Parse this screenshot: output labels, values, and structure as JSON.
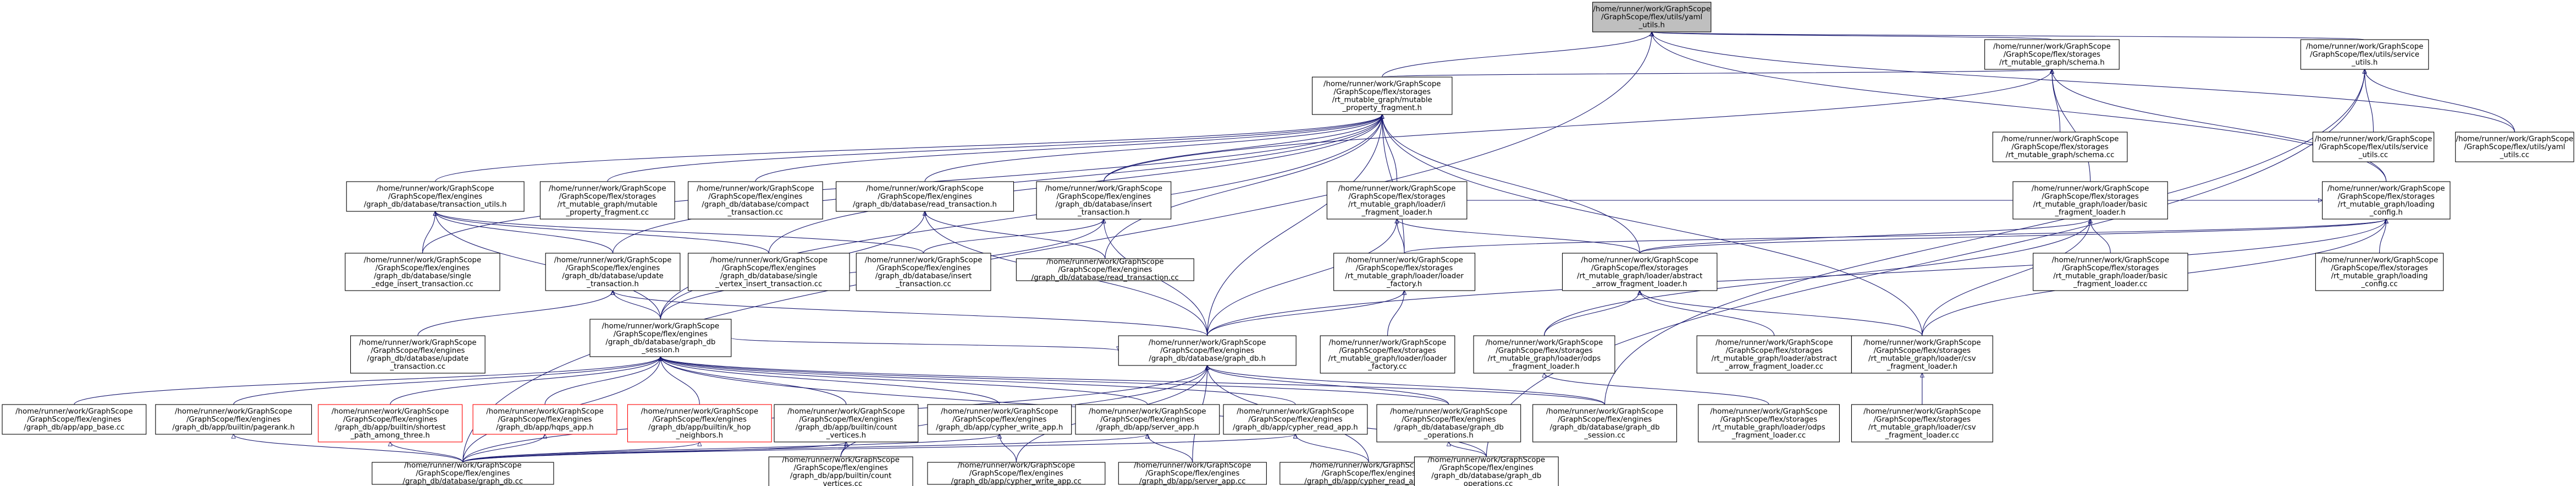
{
  "diagram": {
    "type": "include-dependency-graph",
    "nodes": [
      {
        "id": "yaml_utils",
        "lines": [
          "/home/runner/work/GraphScope",
          "/GraphScope/flex/utils/yaml",
          "_utils.h"
        ],
        "root": true
      },
      {
        "id": "schema_h",
        "lines": [
          "/home/runner/work/GraphScope",
          "/GraphScope/flex/storages",
          "/rt_mutable_graph/schema.h"
        ]
      },
      {
        "id": "service_utils_h",
        "lines": [
          "/home/runner/work/GraphScope",
          "/GraphScope/flex/utils/service",
          "_utils.h"
        ]
      },
      {
        "id": "mpf_h",
        "lines": [
          "/home/runner/work/GraphScope",
          "/GraphScope/flex/storages",
          "/rt_mutable_graph/mutable",
          "_property_fragment.h"
        ]
      },
      {
        "id": "schema_cc",
        "lines": [
          "/home/runner/work/GraphScope",
          "/GraphScope/flex/storages",
          "/rt_mutable_graph/schema.cc"
        ]
      },
      {
        "id": "service_utils_cc",
        "lines": [
          "/home/runner/work/GraphScope",
          "/GraphScope/flex/utils/service",
          "_utils.cc"
        ]
      },
      {
        "id": "yaml_utils_cc",
        "lines": [
          "/home/runner/work/GraphScope",
          "/GraphScope/flex/utils/yaml",
          "_utils.cc"
        ]
      },
      {
        "id": "basic_loader_h",
        "lines": [
          "/home/runner/work/GraphScope",
          "/GraphScope/flex/storages",
          "/rt_mutable_graph/loader/basic",
          "_fragment_loader.h"
        ]
      },
      {
        "id": "loading_config_h",
        "lines": [
          "/home/runner/work/GraphScope",
          "/GraphScope/flex/storages",
          "/rt_mutable_graph/loading",
          "_config.h"
        ]
      },
      {
        "id": "transaction_utils_h",
        "lines": [
          "/home/runner/work/GraphScope",
          "/GraphScope/flex/engines",
          "/graph_db/database/transaction_utils.h"
        ]
      },
      {
        "id": "mpf_cc",
        "lines": [
          "/home/runner/work/GraphScope",
          "/GraphScope/flex/storages",
          "/rt_mutable_graph/mutable",
          "_property_fragment.cc"
        ]
      },
      {
        "id": "compact_tx_cc",
        "lines": [
          "/home/runner/work/GraphScope",
          "/GraphScope/flex/engines",
          "/graph_db/database/compact",
          "_transaction.cc"
        ]
      },
      {
        "id": "read_tx_h",
        "lines": [
          "/home/runner/work/GraphScope",
          "/GraphScope/flex/engines",
          "/graph_db/database/read_transaction.h"
        ]
      },
      {
        "id": "insert_tx_h",
        "lines": [
          "/home/runner/work/GraphScope",
          "/GraphScope/flex/engines",
          "/graph_db/database/insert",
          "_transaction.h"
        ]
      },
      {
        "id": "i_fragment_loader_h",
        "lines": [
          "/home/runner/work/GraphScope",
          "/GraphScope/flex/storages",
          "/rt_mutable_graph/loader/i",
          "_fragment_loader.h"
        ]
      },
      {
        "id": "basic_loader_cc",
        "lines": [
          "/home/runner/work/GraphScope",
          "/GraphScope/flex/storages",
          "/rt_mutable_graph/loader/basic",
          "_fragment_loader.cc"
        ]
      },
      {
        "id": "loading_config_cc",
        "lines": [
          "/home/runner/work/GraphScope",
          "/GraphScope/flex/storages",
          "/rt_mutable_graph/loading",
          "_config.cc"
        ]
      },
      {
        "id": "single_edge_cc",
        "lines": [
          "/home/runner/work/GraphScope",
          "/GraphScope/flex/engines",
          "/graph_db/database/single",
          "_edge_insert_transaction.cc"
        ]
      },
      {
        "id": "update_tx_h",
        "lines": [
          "/home/runner/work/GraphScope",
          "/GraphScope/flex/engines",
          "/graph_db/database/update",
          "_transaction.h"
        ]
      },
      {
        "id": "single_vertex_cc",
        "lines": [
          "/home/runner/work/GraphScope",
          "/GraphScope/flex/engines",
          "/graph_db/database/single",
          "_vertex_insert_transaction.cc"
        ]
      },
      {
        "id": "insert_tx_cc",
        "lines": [
          "/home/runner/work/GraphScope",
          "/GraphScope/flex/engines",
          "/graph_db/database/insert",
          "_transaction.cc"
        ]
      },
      {
        "id": "read_tx_cc",
        "lines": [
          "/home/runner/work/GraphScope",
          "/GraphScope/flex/engines",
          "/graph_db/database/read_transaction.cc"
        ]
      },
      {
        "id": "loader_factory_h",
        "lines": [
          "/home/runner/work/GraphScope",
          "/GraphScope/flex/storages",
          "/rt_mutable_graph/loader/loader",
          "_factory.h"
        ]
      },
      {
        "id": "abstract_arrow_h",
        "lines": [
          "/home/runner/work/GraphScope",
          "/GraphScope/flex/storages",
          "/rt_mutable_graph/loader/abstract",
          "_arrow_fragment_loader.h"
        ]
      },
      {
        "id": "update_tx_cc",
        "lines": [
          "/home/runner/work/GraphScope",
          "/GraphScope/flex/engines",
          "/graph_db/database/update",
          "_transaction.cc"
        ]
      },
      {
        "id": "graph_db_session_h",
        "lines": [
          "/home/runner/work/GraphScope",
          "/GraphScope/flex/engines",
          "/graph_db/database/graph_db",
          "_session.h"
        ]
      },
      {
        "id": "graph_db_h",
        "lines": [
          "/home/runner/work/GraphScope",
          "/GraphScope/flex/engines",
          "/graph_db/database/graph_db.h"
        ]
      },
      {
        "id": "loader_factory_cc",
        "lines": [
          "/home/runner/work/GraphScope",
          "/GraphScope/flex/storages",
          "/rt_mutable_graph/loader/loader",
          "_factory.cc"
        ]
      },
      {
        "id": "odps_loader_h",
        "lines": [
          "/home/runner/work/GraphScope",
          "/GraphScope/flex/storages",
          "/rt_mutable_graph/loader/odps",
          "_fragment_loader.h"
        ]
      },
      {
        "id": "abstract_arrow_cc",
        "lines": [
          "/home/runner/work/GraphScope",
          "/GraphScope/flex/storages",
          "/rt_mutable_graph/loader/abstract",
          "_arrow_fragment_loader.cc"
        ]
      },
      {
        "id": "csv_loader_h",
        "lines": [
          "/home/runner/work/GraphScope",
          "/GraphScope/flex/storages",
          "/rt_mutable_graph/loader/csv",
          "_fragment_loader.h"
        ]
      },
      {
        "id": "app_base_cc",
        "lines": [
          "/home/runner/work/GraphScope",
          "/GraphScope/flex/engines",
          "/graph_db/app/app_base.cc"
        ]
      },
      {
        "id": "pagerank_h",
        "lines": [
          "/home/runner/work/GraphScope",
          "/GraphScope/flex/engines",
          "/graph_db/app/builtin/pagerank.h"
        ]
      },
      {
        "id": "shortest_path_h",
        "lines": [
          "/home/runner/work/GraphScope",
          "/GraphScope/flex/engines",
          "/graph_db/app/builtin/shortest",
          "_path_among_three.h"
        ],
        "red": true
      },
      {
        "id": "hqps_app_h",
        "lines": [
          "/home/runner/work/GraphScope",
          "/GraphScope/flex/engines",
          "/graph_db/app/hqps_app.h"
        ],
        "red": true
      },
      {
        "id": "k_hop_h",
        "lines": [
          "/home/runner/work/GraphScope",
          "/GraphScope/flex/engines",
          "/graph_db/app/builtin/k_hop",
          "_neighbors.h"
        ],
        "red": true
      },
      {
        "id": "count_vertices_h",
        "lines": [
          "/home/runner/work/GraphScope",
          "/GraphScope/flex/engines",
          "/graph_db/app/builtin/count",
          "_vertices.h"
        ]
      },
      {
        "id": "cypher_write_h",
        "lines": [
          "/home/runner/work/GraphScope",
          "/GraphScope/flex/engines",
          "/graph_db/app/cypher_write_app.h"
        ]
      },
      {
        "id": "server_app_h",
        "lines": [
          "/home/runner/work/GraphScope",
          "/GraphScope/flex/engines",
          "/graph_db/app/server_app.h"
        ]
      },
      {
        "id": "cypher_read_h",
        "lines": [
          "/home/runner/work/GraphScope",
          "/GraphScope/flex/engines",
          "/graph_db/app/cypher_read_app.h"
        ]
      },
      {
        "id": "graph_db_ops_h",
        "lines": [
          "/home/runner/work/GraphScope",
          "/GraphScope/flex/engines",
          "/graph_db/database/graph_db",
          "_operations.h"
        ]
      },
      {
        "id": "graph_db_session_cc",
        "lines": [
          "/home/runner/work/GraphScope",
          "/GraphScope/flex/engines",
          "/graph_db/database/graph_db",
          "_session.cc"
        ]
      },
      {
        "id": "odps_loader_cc",
        "lines": [
          "/home/runner/work/GraphScope",
          "/GraphScope/flex/storages",
          "/rt_mutable_graph/loader/odps",
          "_fragment_loader.cc"
        ]
      },
      {
        "id": "csv_loader_cc",
        "lines": [
          "/home/runner/work/GraphScope",
          "/GraphScope/flex/storages",
          "/rt_mutable_graph/loader/csv",
          "_fragment_loader.cc"
        ]
      },
      {
        "id": "graph_db_cc",
        "lines": [
          "/home/runner/work/GraphScope",
          "/GraphScope/flex/engines",
          "/graph_db/database/graph_db.cc"
        ]
      },
      {
        "id": "count_vertices_cc",
        "lines": [
          "/home/runner/work/GraphScope",
          "/GraphScope/flex/engines",
          "/graph_db/app/builtin/count",
          "_vertices.cc"
        ]
      },
      {
        "id": "cypher_write_cc",
        "lines": [
          "/home/runner/work/GraphScope",
          "/GraphScope/flex/engines",
          "/graph_db/app/cypher_write_app.cc"
        ]
      },
      {
        "id": "server_app_cc",
        "lines": [
          "/home/runner/work/GraphScope",
          "/GraphScope/flex/engines",
          "/graph_db/app/server_app.cc"
        ]
      },
      {
        "id": "cypher_read_cc",
        "lines": [
          "/home/runner/work/GraphScope",
          "/GraphScope/flex/engines",
          "/graph_db/app/cypher_read_app.cc"
        ]
      },
      {
        "id": "graph_db_ops_cc",
        "lines": [
          "/home/runner/work/GraphScope",
          "/GraphScope/flex/engines",
          "/graph_db/database/graph_db",
          "_operations.cc"
        ]
      }
    ],
    "edges": [
      [
        "schema_h",
        "yaml_utils"
      ],
      [
        "service_utils_h",
        "yaml_utils"
      ],
      [
        "mpf_h",
        "yaml_utils"
      ],
      [
        "loading_config_h",
        "yaml_utils"
      ],
      [
        "yaml_utils_cc",
        "yaml_utils"
      ],
      [
        "graph_db_cc",
        "yaml_utils"
      ],
      [
        "mpf_h",
        "schema_h"
      ],
      [
        "schema_cc",
        "schema_h"
      ],
      [
        "basic_loader_h",
        "schema_h"
      ],
      [
        "loading_config_h",
        "schema_h"
      ],
      [
        "insert_tx_h",
        "schema_h"
      ],
      [
        "service_utils_cc",
        "service_utils_h"
      ],
      [
        "yaml_utils_cc",
        "service_utils_h"
      ],
      [
        "graph_db_session_cc",
        "service_utils_h"
      ],
      [
        "graph_db_ops_cc",
        "service_utils_h"
      ],
      [
        "transaction_utils_h",
        "mpf_h"
      ],
      [
        "mpf_cc",
        "mpf_h"
      ],
      [
        "compact_tx_cc",
        "mpf_h"
      ],
      [
        "read_tx_h",
        "mpf_h"
      ],
      [
        "insert_tx_h",
        "mpf_h"
      ],
      [
        "i_fragment_loader_h",
        "mpf_h"
      ],
      [
        "single_edge_cc",
        "mpf_h"
      ],
      [
        "single_vertex_cc",
        "mpf_h"
      ],
      [
        "update_tx_h",
        "mpf_h"
      ],
      [
        "graph_db_h",
        "mpf_h"
      ],
      [
        "graph_db_session_h",
        "mpf_h"
      ],
      [
        "abstract_arrow_h",
        "mpf_h"
      ],
      [
        "loader_factory_h",
        "mpf_h"
      ],
      [
        "csv_loader_h",
        "mpf_h"
      ],
      [
        "read_tx_cc",
        "mpf_h"
      ],
      [
        "basic_loader_cc",
        "basic_loader_h"
      ],
      [
        "abstract_arrow_h",
        "basic_loader_h"
      ],
      [
        "csv_loader_h",
        "basic_loader_h"
      ],
      [
        "odps_loader_h",
        "basic_loader_h"
      ],
      [
        "loading_config_cc",
        "loading_config_h"
      ],
      [
        "i_fragment_loader_h",
        "loading_config_h"
      ],
      [
        "loader_factory_h",
        "loading_config_h"
      ],
      [
        "abstract_arrow_h",
        "loading_config_h"
      ],
      [
        "csv_loader_h",
        "loading_config_h"
      ],
      [
        "graph_db_h",
        "loading_config_h"
      ],
      [
        "single_edge_cc",
        "transaction_utils_h"
      ],
      [
        "single_vertex_cc",
        "transaction_utils_h"
      ],
      [
        "update_tx_h",
        "transaction_utils_h"
      ],
      [
        "insert_tx_cc",
        "transaction_utils_h"
      ],
      [
        "graph_db_session_h",
        "transaction_utils_h"
      ],
      [
        "read_tx_cc",
        "read_tx_h"
      ],
      [
        "graph_db_h",
        "read_tx_h"
      ],
      [
        "graph_db_session_h",
        "read_tx_h"
      ],
      [
        "insert_tx_cc",
        "insert_tx_h"
      ],
      [
        "graph_db_h",
        "insert_tx_h"
      ],
      [
        "graph_db_session_h",
        "insert_tx_h"
      ],
      [
        "loader_factory_h",
        "i_fragment_loader_h"
      ],
      [
        "abstract_arrow_h",
        "i_fragment_loader_h"
      ],
      [
        "graph_db_h",
        "i_fragment_loader_h"
      ],
      [
        "update_tx_cc",
        "update_tx_h"
      ],
      [
        "graph_db_h",
        "update_tx_h"
      ],
      [
        "graph_db_session_h",
        "update_tx_h"
      ],
      [
        "loader_factory_cc",
        "loader_factory_h"
      ],
      [
        "graph_db_h",
        "loader_factory_h"
      ],
      [
        "odps_loader_h",
        "abstract_arrow_h"
      ],
      [
        "abstract_arrow_cc",
        "abstract_arrow_h"
      ],
      [
        "csv_loader_h",
        "abstract_arrow_h"
      ],
      [
        "odps_loader_cc",
        "odps_loader_h"
      ],
      [
        "csv_loader_cc",
        "csv_loader_h"
      ],
      [
        "graph_db_session_h",
        "graph_db_h"
      ],
      [
        "app_base_cc",
        "graph_db_session_h"
      ],
      [
        "pagerank_h",
        "graph_db_session_h"
      ],
      [
        "shortest_path_h",
        "graph_db_session_h"
      ],
      [
        "hqps_app_h",
        "graph_db_session_h"
      ],
      [
        "k_hop_h",
        "graph_db_session_h"
      ],
      [
        "count_vertices_h",
        "graph_db_session_h"
      ],
      [
        "cypher_write_h",
        "graph_db_session_h"
      ],
      [
        "server_app_h",
        "graph_db_session_h"
      ],
      [
        "cypher_read_h",
        "graph_db_session_h"
      ],
      [
        "graph_db_ops_h",
        "graph_db_session_h"
      ],
      [
        "graph_db_session_cc",
        "graph_db_session_h"
      ],
      [
        "graph_db_cc",
        "graph_db_session_h"
      ],
      [
        "graph_db_ops_cc",
        "graph_db_session_h"
      ],
      [
        "graph_db_cc",
        "graph_db_h"
      ],
      [
        "graph_db_ops_h",
        "graph_db_h"
      ],
      [
        "graph_db_session_cc",
        "graph_db_h"
      ],
      [
        "cypher_write_cc",
        "graph_db_h"
      ],
      [
        "server_app_cc",
        "graph_db_h"
      ],
      [
        "cypher_read_cc",
        "graph_db_h"
      ],
      [
        "count_vertices_cc",
        "graph_db_h"
      ],
      [
        "graph_db_cc",
        "pagerank_h"
      ],
      [
        "graph_db_cc",
        "shortest_path_h"
      ],
      [
        "graph_db_cc",
        "hqps_app_h"
      ],
      [
        "graph_db_cc",
        "k_hop_h"
      ],
      [
        "graph_db_cc",
        "count_vertices_h"
      ],
      [
        "count_vertices_cc",
        "count_vertices_h"
      ],
      [
        "cypher_write_cc",
        "cypher_write_h"
      ],
      [
        "graph_db_cc",
        "cypher_write_h"
      ],
      [
        "server_app_cc",
        "server_app_h"
      ],
      [
        "graph_db_cc",
        "server_app_h"
      ],
      [
        "cypher_read_cc",
        "cypher_read_h"
      ],
      [
        "graph_db_cc",
        "cypher_read_h"
      ],
      [
        "graph_db_ops_cc",
        "graph_db_ops_h"
      ]
    ]
  }
}
